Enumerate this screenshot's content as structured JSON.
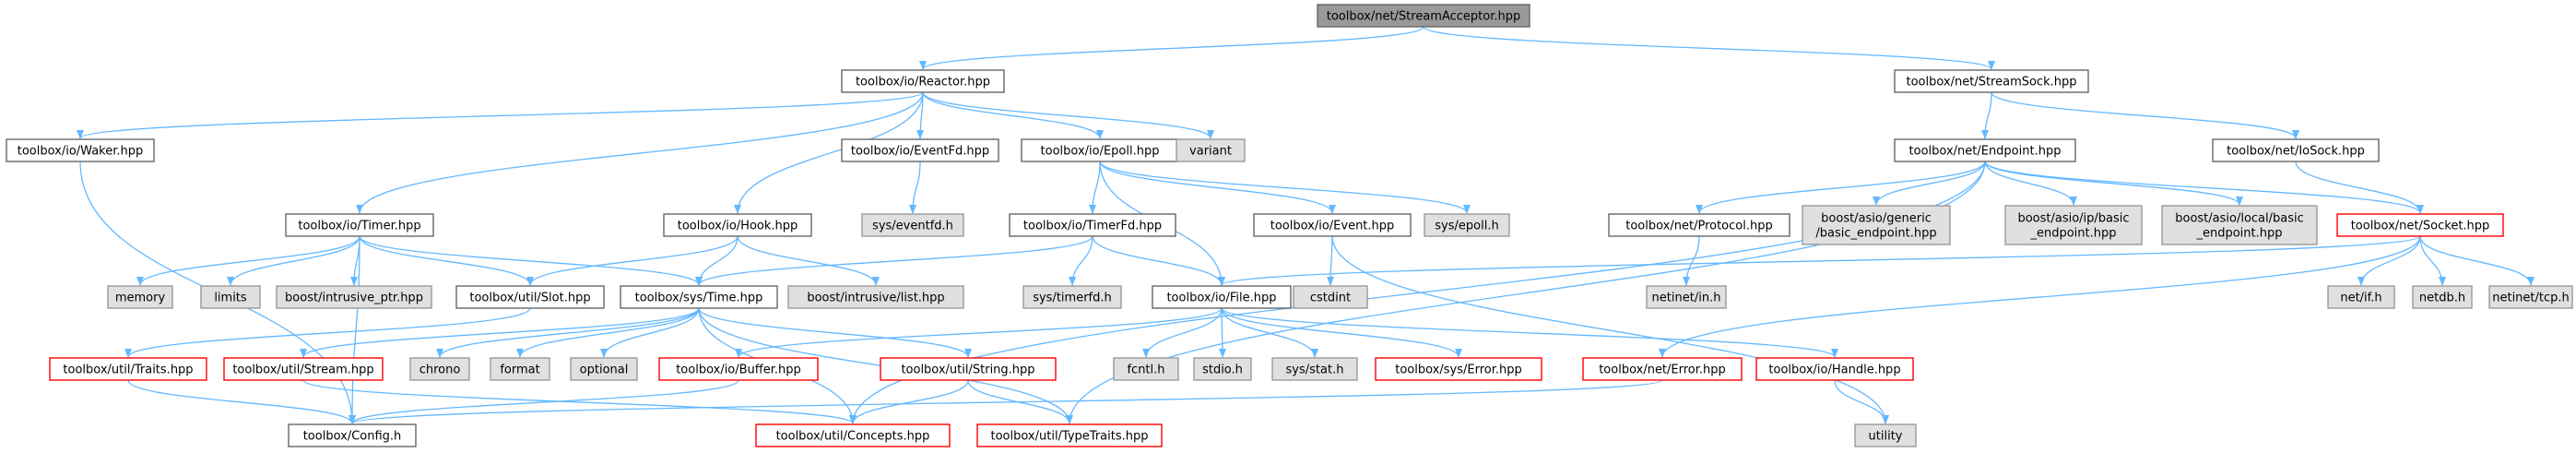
{
  "colors": {
    "root_fill": "#999999",
    "root_border": "#666666",
    "documented_fill": "#ffffff",
    "documented_border": "#666666",
    "undocumented_fill": "#ffffff",
    "undocumented_border": "#ff0000",
    "system_fill": "#e0e0e0",
    "system_border": "#999999",
    "edge": "#63b8ff"
  },
  "nodes": [
    {
      "id": "root",
      "label": "toolbox/net/StreamAcceptor.hpp",
      "kind": "root"
    },
    {
      "id": "reactor",
      "label": "toolbox/io/Reactor.hpp",
      "kind": "documented"
    },
    {
      "id": "streamsock",
      "label": "toolbox/net/StreamSock.hpp",
      "kind": "documented"
    },
    {
      "id": "waker",
      "label": "toolbox/io/Waker.hpp",
      "kind": "documented"
    },
    {
      "id": "eventfd",
      "label": "toolbox/io/EventFd.hpp",
      "kind": "documented"
    },
    {
      "id": "epoll",
      "label": "toolbox/io/Epoll.hpp",
      "kind": "documented"
    },
    {
      "id": "variant",
      "label": "variant",
      "kind": "system"
    },
    {
      "id": "endpoint",
      "label": "toolbox/net/Endpoint.hpp",
      "kind": "documented"
    },
    {
      "id": "iosock",
      "label": "toolbox/net/IoSock.hpp",
      "kind": "documented"
    },
    {
      "id": "timer",
      "label": "toolbox/io/Timer.hpp",
      "kind": "documented"
    },
    {
      "id": "hook",
      "label": "toolbox/io/Hook.hpp",
      "kind": "documented"
    },
    {
      "id": "syseventfd",
      "label": "sys/eventfd.h",
      "kind": "system"
    },
    {
      "id": "timerfd",
      "label": "toolbox/io/TimerFd.hpp",
      "kind": "documented"
    },
    {
      "id": "event",
      "label": "toolbox/io/Event.hpp",
      "kind": "documented"
    },
    {
      "id": "sysepoll",
      "label": "sys/epoll.h",
      "kind": "system"
    },
    {
      "id": "protocol",
      "label": "toolbox/net/Protocol.hpp",
      "kind": "documented"
    },
    {
      "id": "bgeneric",
      "label": "boost/asio/generic\n/basic_endpoint.hpp",
      "kind": "system"
    },
    {
      "id": "bip",
      "label": "boost/asio/ip/basic\n_endpoint.hpp",
      "kind": "system"
    },
    {
      "id": "blocal",
      "label": "boost/asio/local/basic\n_endpoint.hpp",
      "kind": "system"
    },
    {
      "id": "socket",
      "label": "toolbox/net/Socket.hpp",
      "kind": "undocumented"
    },
    {
      "id": "memory",
      "label": "memory",
      "kind": "system"
    },
    {
      "id": "limits",
      "label": "limits",
      "kind": "system"
    },
    {
      "id": "bintrusiveptr",
      "label": "boost/intrusive_ptr.hpp",
      "kind": "system"
    },
    {
      "id": "slot",
      "label": "toolbox/util/Slot.hpp",
      "kind": "documented"
    },
    {
      "id": "time",
      "label": "toolbox/sys/Time.hpp",
      "kind": "documented"
    },
    {
      "id": "bintrusivelist",
      "label": "boost/intrusive/list.hpp",
      "kind": "system"
    },
    {
      "id": "systimerfd",
      "label": "sys/timerfd.h",
      "kind": "system"
    },
    {
      "id": "file",
      "label": "toolbox/io/File.hpp",
      "kind": "documented"
    },
    {
      "id": "cstdint",
      "label": "cstdint",
      "kind": "system"
    },
    {
      "id": "netinetin",
      "label": "netinet/in.h",
      "kind": "system"
    },
    {
      "id": "netif",
      "label": "net/if.h",
      "kind": "system"
    },
    {
      "id": "netdb",
      "label": "netdb.h",
      "kind": "system"
    },
    {
      "id": "netinettcp",
      "label": "netinet/tcp.h",
      "kind": "system"
    },
    {
      "id": "traits",
      "label": "toolbox/util/Traits.hpp",
      "kind": "undocumented"
    },
    {
      "id": "stream",
      "label": "toolbox/util/Stream.hpp",
      "kind": "undocumented"
    },
    {
      "id": "chrono",
      "label": "chrono",
      "kind": "system"
    },
    {
      "id": "format",
      "label": "format",
      "kind": "system"
    },
    {
      "id": "optional",
      "label": "optional",
      "kind": "system"
    },
    {
      "id": "buffer",
      "label": "toolbox/io/Buffer.hpp",
      "kind": "undocumented"
    },
    {
      "id": "string",
      "label": "toolbox/util/String.hpp",
      "kind": "undocumented"
    },
    {
      "id": "fcntl",
      "label": "fcntl.h",
      "kind": "system"
    },
    {
      "id": "stdio",
      "label": "stdio.h",
      "kind": "system"
    },
    {
      "id": "sysstat",
      "label": "sys/stat.h",
      "kind": "system"
    },
    {
      "id": "syserror",
      "label": "toolbox/sys/Error.hpp",
      "kind": "undocumented"
    },
    {
      "id": "neterror",
      "label": "toolbox/net/Error.hpp",
      "kind": "undocumented"
    },
    {
      "id": "handle",
      "label": "toolbox/io/Handle.hpp",
      "kind": "undocumented"
    },
    {
      "id": "config",
      "label": "toolbox/Config.h",
      "kind": "documented"
    },
    {
      "id": "concepts",
      "label": "toolbox/util/Concepts.hpp",
      "kind": "undocumented"
    },
    {
      "id": "typetraits",
      "label": "toolbox/util/TypeTraits.hpp",
      "kind": "undocumented"
    },
    {
      "id": "utility",
      "label": "utility",
      "kind": "system"
    }
  ],
  "edges": [
    [
      "root",
      "reactor"
    ],
    [
      "root",
      "streamsock"
    ],
    [
      "reactor",
      "waker"
    ],
    [
      "reactor",
      "eventfd"
    ],
    [
      "reactor",
      "epoll"
    ],
    [
      "reactor",
      "variant"
    ],
    [
      "reactor",
      "timer"
    ],
    [
      "reactor",
      "hook"
    ],
    [
      "streamsock",
      "endpoint"
    ],
    [
      "streamsock",
      "iosock"
    ],
    [
      "waker",
      "config"
    ],
    [
      "eventfd",
      "syseventfd"
    ],
    [
      "epoll",
      "timerfd"
    ],
    [
      "epoll",
      "event"
    ],
    [
      "epoll",
      "sysepoll"
    ],
    [
      "epoll",
      "file"
    ],
    [
      "endpoint",
      "protocol"
    ],
    [
      "endpoint",
      "bgeneric"
    ],
    [
      "endpoint",
      "bip"
    ],
    [
      "endpoint",
      "blocal"
    ],
    [
      "endpoint",
      "socket"
    ],
    [
      "endpoint",
      "concepts"
    ],
    [
      "endpoint",
      "typetraits"
    ],
    [
      "iosock",
      "socket"
    ],
    [
      "timer",
      "memory"
    ],
    [
      "timer",
      "limits"
    ],
    [
      "timer",
      "bintrusiveptr"
    ],
    [
      "timer",
      "slot"
    ],
    [
      "timer",
      "time"
    ],
    [
      "timer",
      "config"
    ],
    [
      "hook",
      "slot"
    ],
    [
      "hook",
      "time"
    ],
    [
      "hook",
      "bintrusivelist"
    ],
    [
      "timerfd",
      "time"
    ],
    [
      "timerfd",
      "systimerfd"
    ],
    [
      "timerfd",
      "file"
    ],
    [
      "event",
      "cstdint"
    ],
    [
      "event",
      "utility"
    ],
    [
      "protocol",
      "netinetin"
    ],
    [
      "socket",
      "file"
    ],
    [
      "socket",
      "netif"
    ],
    [
      "socket",
      "netdb"
    ],
    [
      "socket",
      "netinettcp"
    ],
    [
      "socket",
      "neterror"
    ],
    [
      "slot",
      "traits"
    ],
    [
      "time",
      "stream"
    ],
    [
      "time",
      "chrono"
    ],
    [
      "time",
      "format"
    ],
    [
      "time",
      "optional"
    ],
    [
      "time",
      "string"
    ],
    [
      "time",
      "concepts"
    ],
    [
      "time",
      "typetraits"
    ],
    [
      "file",
      "buffer"
    ],
    [
      "file",
      "fcntl"
    ],
    [
      "file",
      "stdio"
    ],
    [
      "file",
      "sysstat"
    ],
    [
      "file",
      "syserror"
    ],
    [
      "file",
      "handle"
    ],
    [
      "traits",
      "config"
    ],
    [
      "stream",
      "concepts"
    ],
    [
      "buffer",
      "config"
    ],
    [
      "string",
      "concepts"
    ],
    [
      "string",
      "typetraits"
    ],
    [
      "neterror",
      "config"
    ],
    [
      "handle",
      "utility"
    ]
  ]
}
